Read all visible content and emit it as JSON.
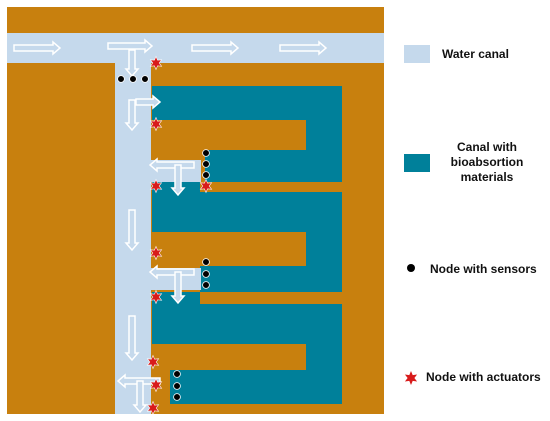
{
  "colors": {
    "land": "#C8800E",
    "water_canal": "#C5D9EC",
    "bio_canal": "#00809A",
    "arrow_fill": "#C5D9EC",
    "arrow_stroke": "#ffffff",
    "sensor": "#000000",
    "actuator": "#D81B1B"
  },
  "legend": {
    "water_canal": {
      "label": "Water canal",
      "swatch": "rect",
      "icon": "light-blue-rectangle"
    },
    "bio_canal": {
      "label": "Canal with bioabsortion materials",
      "label_lines": [
        "Canal with",
        "bioabsortion",
        "materials"
      ],
      "swatch": "rect",
      "icon": "teal-rectangle"
    },
    "sensor_node": {
      "label": "Node with sensors",
      "swatch": "dot",
      "icon": "black-dot-icon"
    },
    "actuator_node": {
      "label": "Node with actuators",
      "swatch": "star",
      "icon": "red-star-icon"
    }
  }
}
